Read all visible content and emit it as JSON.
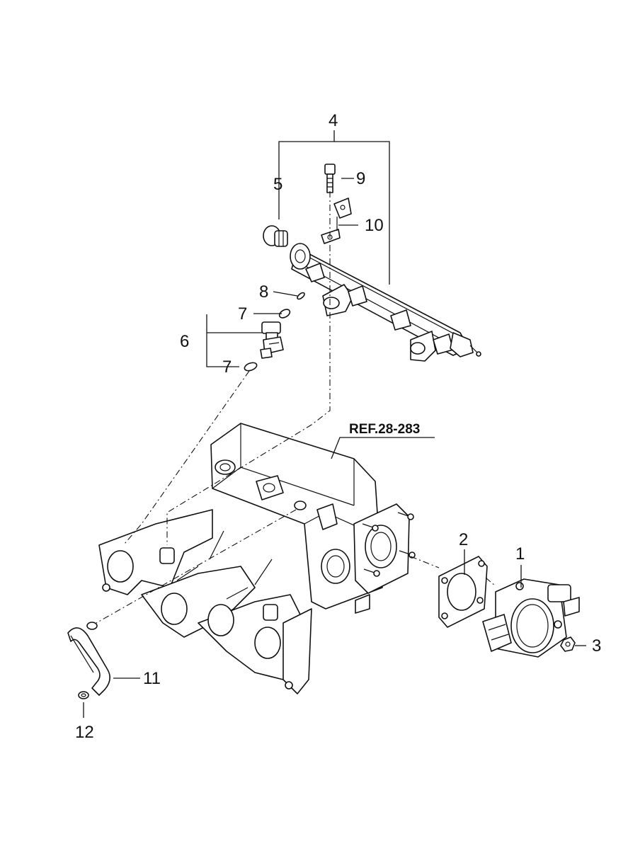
{
  "callouts": {
    "c1": "1",
    "c2": "2",
    "c3": "3",
    "c4": "4",
    "c5": "5",
    "c6": "6",
    "c7a": "7",
    "c7b": "7",
    "c8": "8",
    "c9": "9",
    "c10": "10",
    "c11": "11",
    "c12": "12"
  },
  "reference": {
    "label": "REF.28-283"
  },
  "colors": {
    "line": "#111111",
    "background": "#ffffff"
  }
}
